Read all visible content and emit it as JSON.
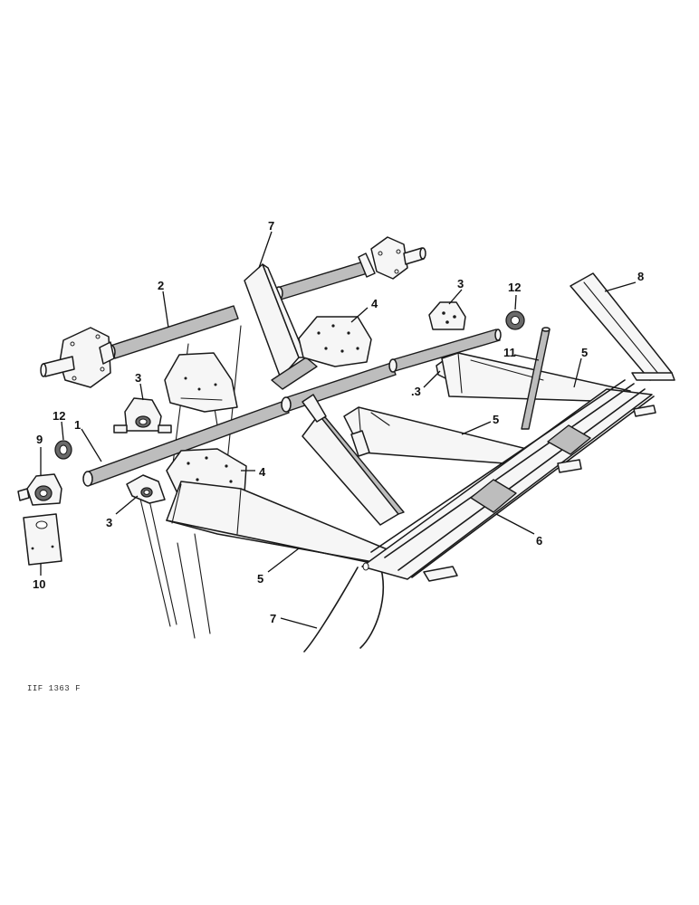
{
  "callouts": [
    {
      "id": "c1",
      "text": "1"
    },
    {
      "id": "c2",
      "text": "2"
    },
    {
      "id": "c3a",
      "text": "3"
    },
    {
      "id": "c3b",
      "text": "3"
    },
    {
      "id": "c3c",
      "text": "3"
    },
    {
      "id": "c3d",
      "text": ".3"
    },
    {
      "id": "c4a",
      "text": "4"
    },
    {
      "id": "c4b",
      "text": "4"
    },
    {
      "id": "c5a",
      "text": "5"
    },
    {
      "id": "c5b",
      "text": "5"
    },
    {
      "id": "c5c",
      "text": "5"
    },
    {
      "id": "c6",
      "text": "6"
    },
    {
      "id": "c7a",
      "text": "7"
    },
    {
      "id": "c7b",
      "text": "7"
    },
    {
      "id": "c8",
      "text": "8"
    },
    {
      "id": "c9",
      "text": "9"
    },
    {
      "id": "c10",
      "text": "10"
    },
    {
      "id": "c11",
      "text": "11"
    },
    {
      "id": "c12a",
      "text": "12"
    },
    {
      "id": "c12b",
      "text": "12"
    }
  ],
  "figure_code": "IIF 1363 F"
}
